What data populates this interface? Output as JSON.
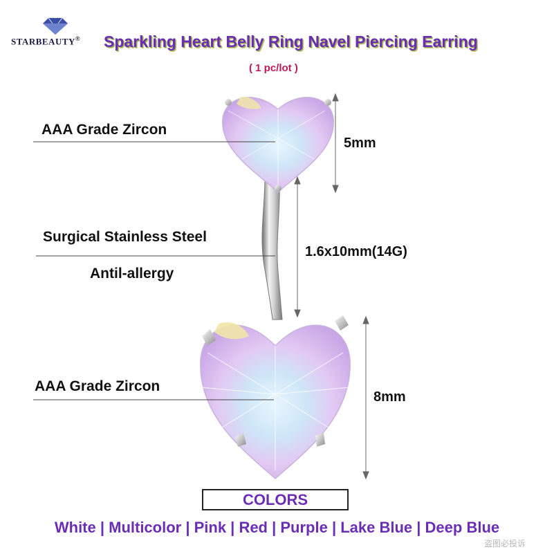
{
  "brand": {
    "name": "STARBEAUTY",
    "mark": "®",
    "logo_icon": "diamond-icon"
  },
  "header": {
    "title": "Sparkling Heart Belly Ring Navel Piercing Earring",
    "subtitle": "( 1 pc/lot )"
  },
  "labels": {
    "top_stone": "AAA Grade Zircon",
    "bar_material": "Surgical Stainless Steel",
    "bar_property": "Antil-allergy",
    "bottom_stone": "AAA Grade Zircon"
  },
  "measurements": {
    "top_stone_size": "5mm",
    "bar_size": "1.6x10mm(14G)",
    "bottom_stone_size": "8mm"
  },
  "colors_section": {
    "title": "COLORS",
    "options": "White | Multicolor | Pink | Red | Purple | Lake Blue | Deep Blue"
  },
  "watermark": "盗图必投诉",
  "palette": {
    "title_purple": "#6a2db5",
    "subtitle_red": "#c0185a",
    "stone_lavender": "#e3c8f2",
    "stone_blue": "#bfe0f5",
    "stone_yellow": "#f2e6a8"
  }
}
